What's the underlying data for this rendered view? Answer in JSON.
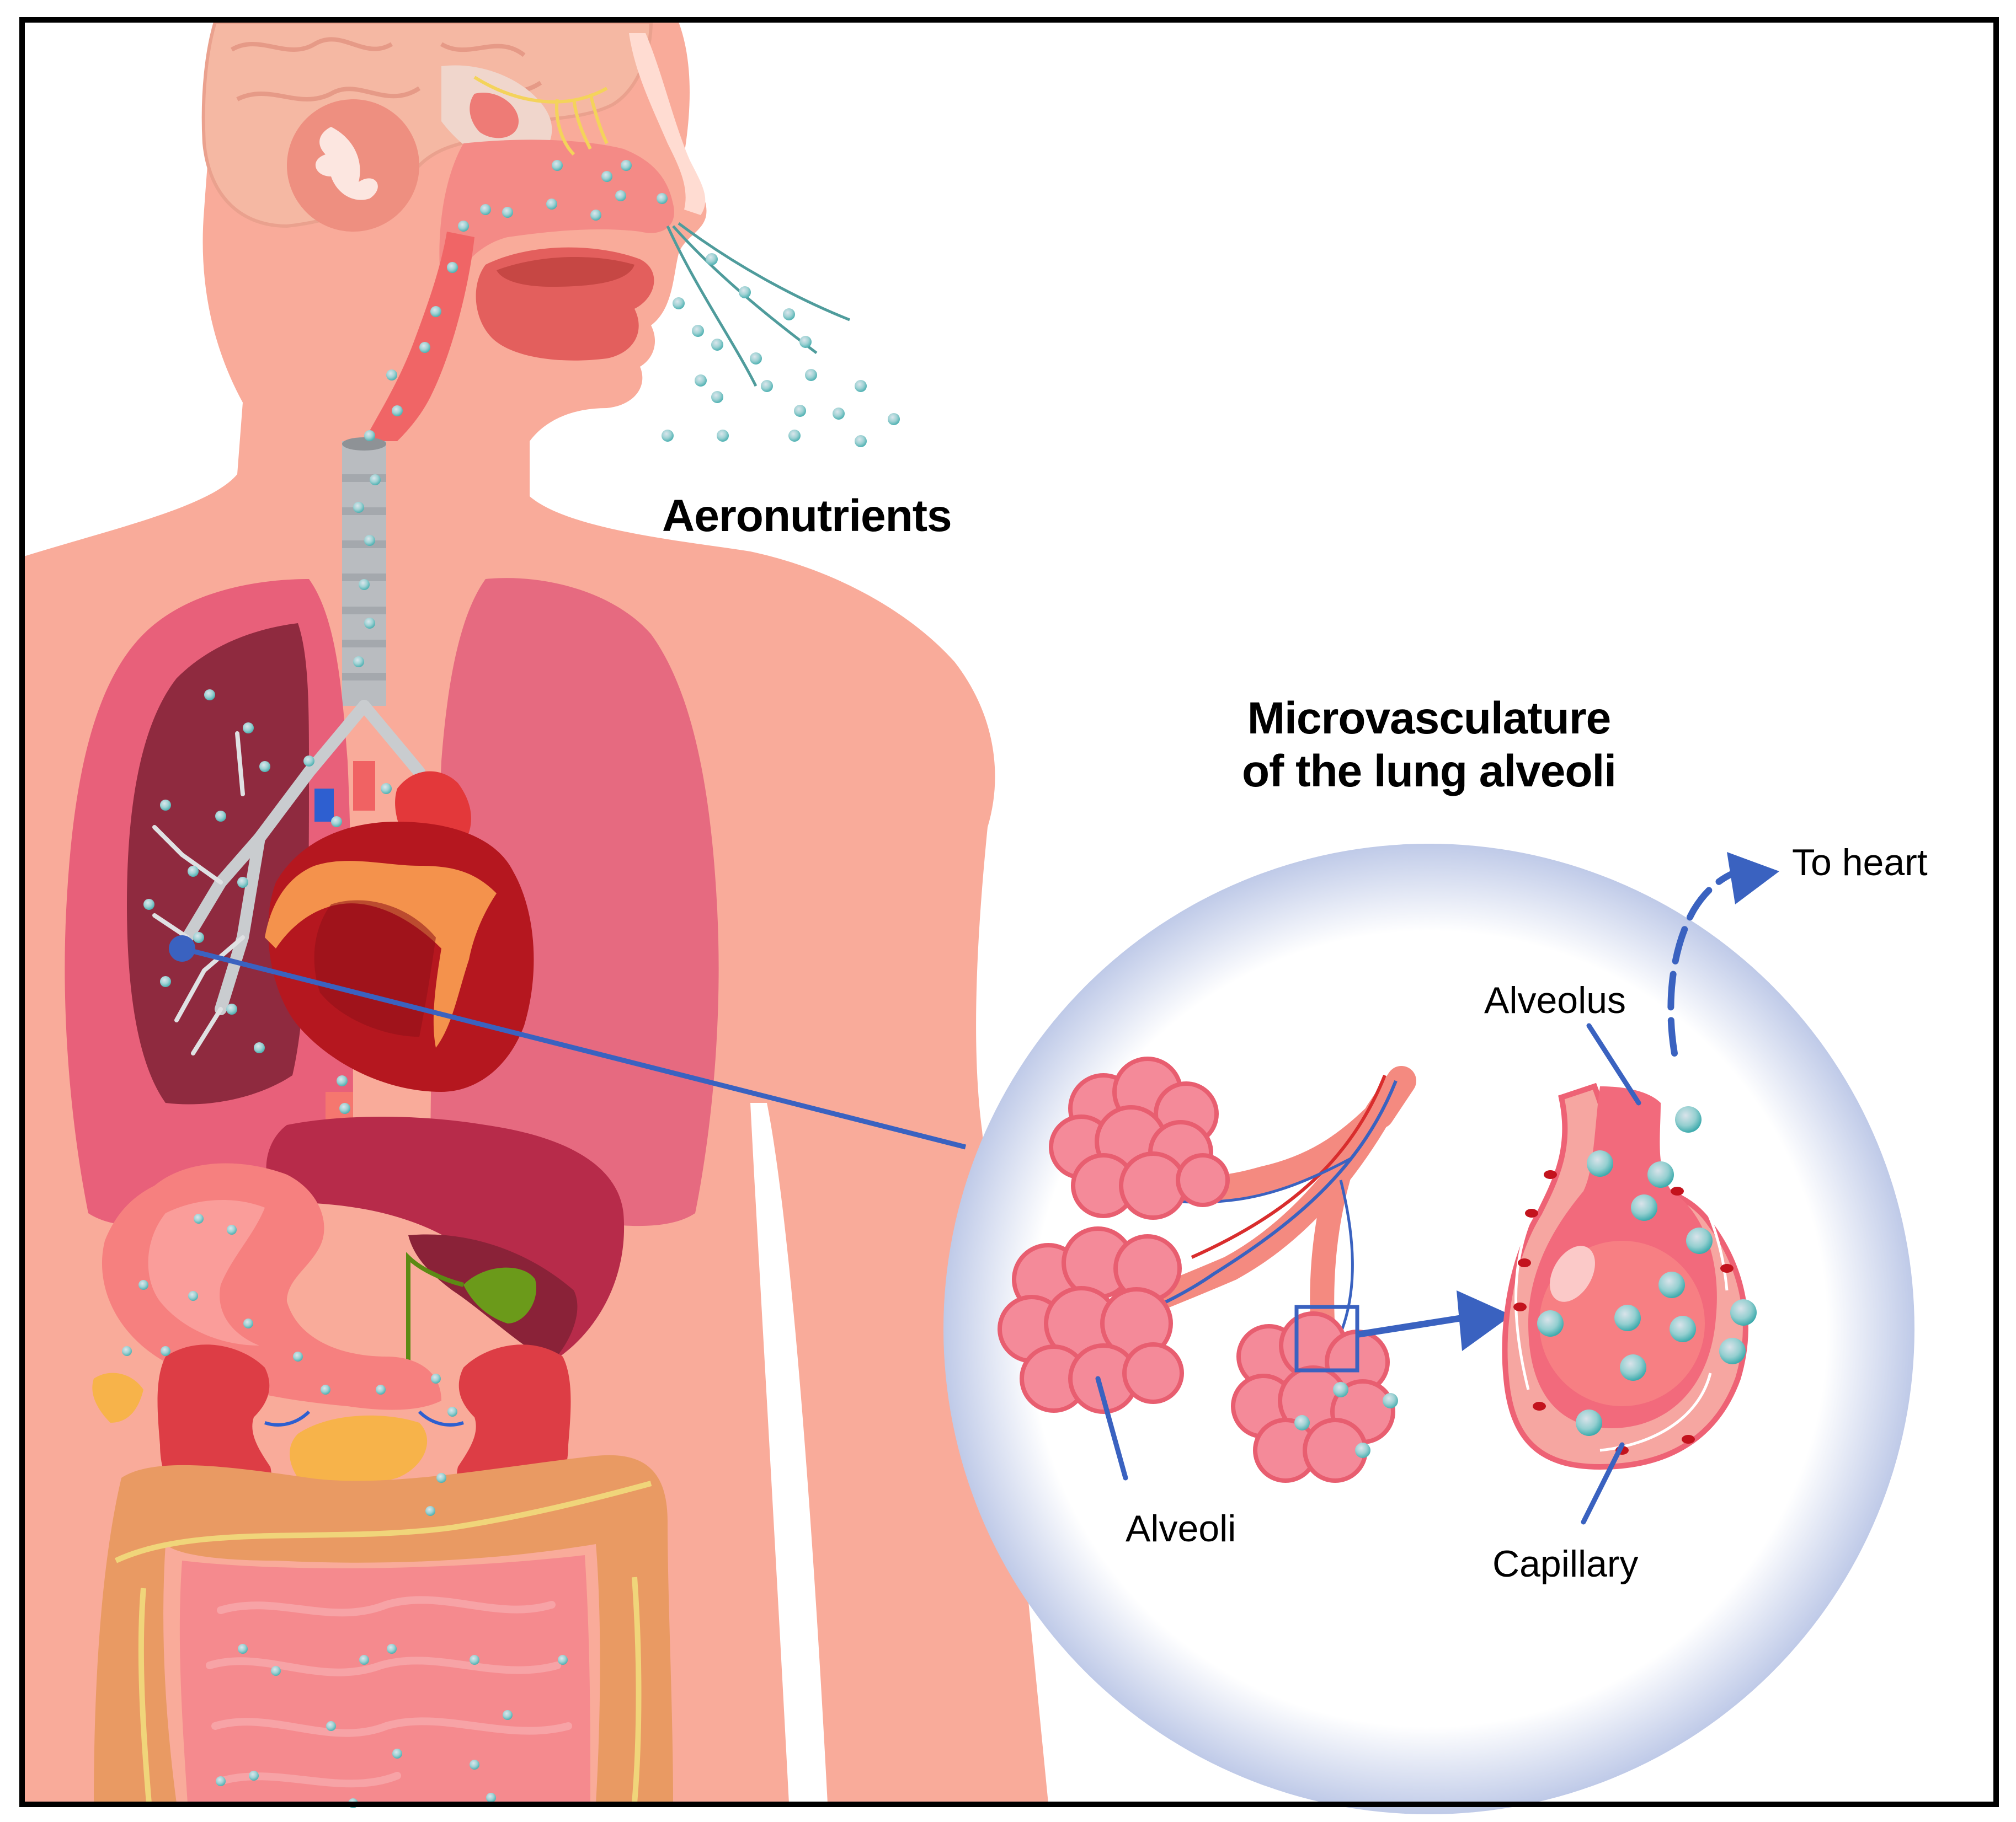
{
  "figure": {
    "labels": {
      "aeronutrients": "Aeronutrients",
      "inset_title_line1": "Microvasculature",
      "inset_title_line2": "of the lung alveoli",
      "to_heart": "To heart",
      "alveolus": "Alveolus",
      "alveoli": "Alveoli",
      "capillary": "Capillary"
    },
    "colors": {
      "skin": "#f9ab9a",
      "lung": "#e8607a",
      "lung_dark": "#8f2a3f",
      "heart": "#b5171f",
      "heart_fat": "#f4924c",
      "particle": "#8fd0d0",
      "pointer_blue": "#3a62c0",
      "alveoli_pink": "#f48a99",
      "alveoli_outline": "#e85e70",
      "colon": "#e99a63",
      "intestine": "#f58a8e",
      "liver": "#b72b4a",
      "gallbladder": "#6b9a1a",
      "kidney": "#dd3d45",
      "pancreas": "#f7b34a",
      "trachea": "#b9bcc0",
      "inset_glow": "#c7d0ea",
      "border": "#000000"
    },
    "icons": {
      "particles": "aeronutrient-particle-icon",
      "zoom_pointer": "pointer-line-icon",
      "arrow_right": "arrow-right-icon",
      "arrow_to_heart": "curved-dashed-arrow-icon",
      "zoom_box": "selection-square-icon"
    }
  }
}
